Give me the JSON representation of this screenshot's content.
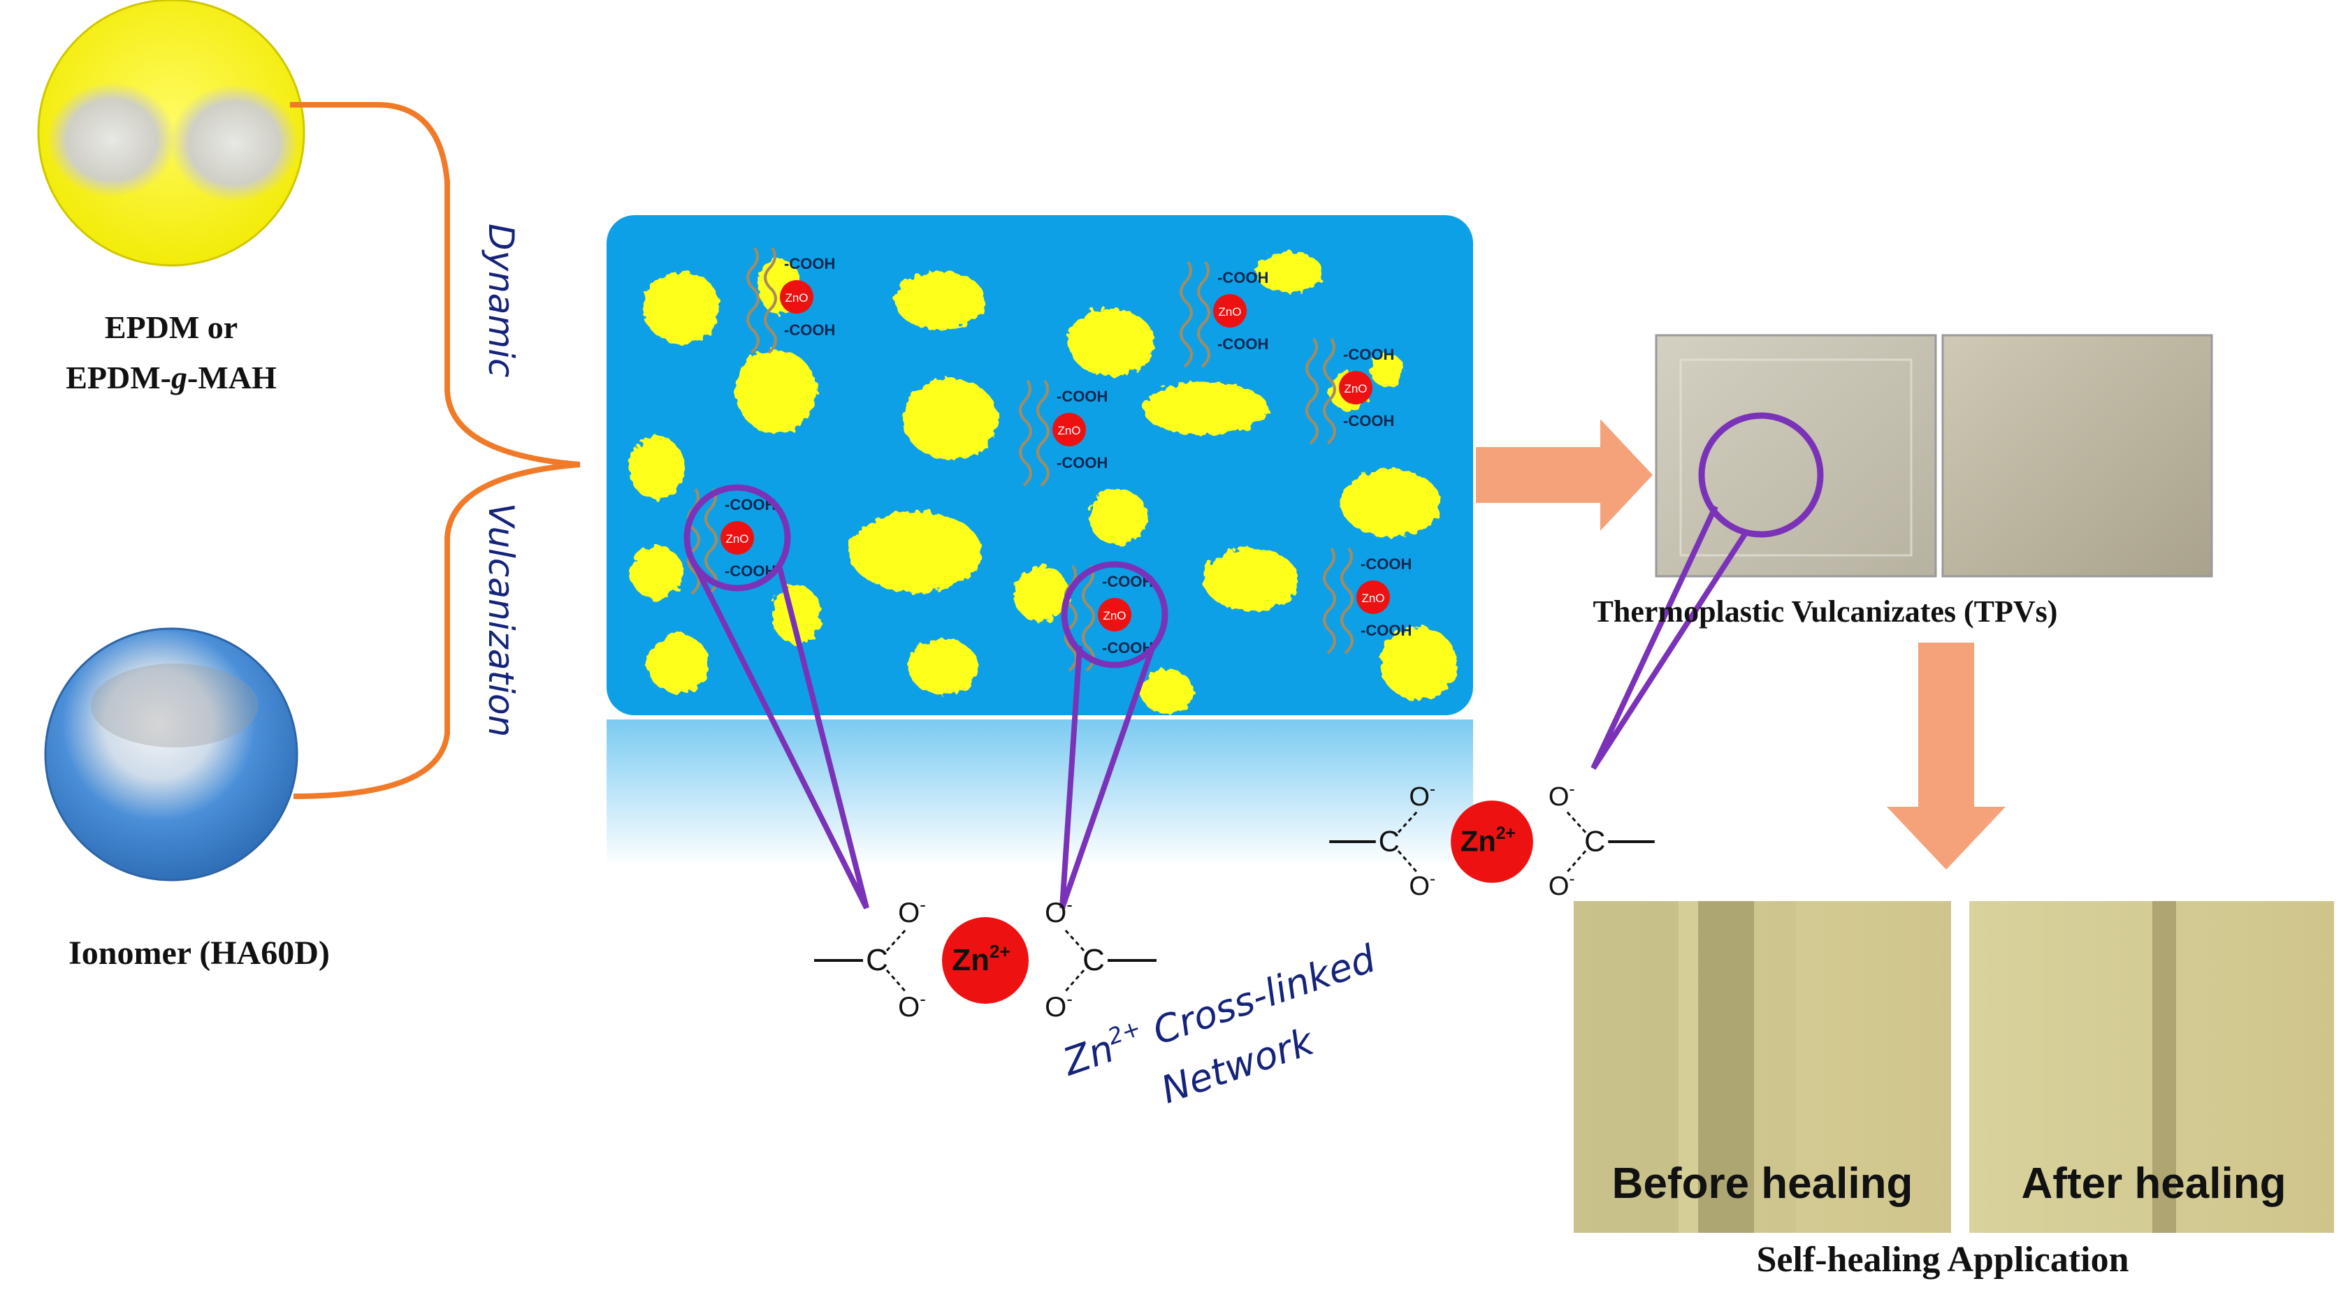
{
  "inputs": {
    "epdm_label_line1": "EPDM or",
    "epdm_label_line2_pre": "EPDM-",
    "epdm_label_line2_italic": "g",
    "epdm_label_line2_post": "-MAH",
    "ionomer_label": "Ionomer (HA60D)"
  },
  "process": {
    "word1": "Dynamic",
    "word2": "Vulcanization"
  },
  "matrix": {
    "cooh": "-COOH",
    "zno": "ZnO"
  },
  "network": {
    "carbon": "C",
    "oxygen": "O",
    "charge_minus": "-",
    "zn": "Zn",
    "zn_charge": "2+",
    "caption_line1": "Zn",
    "caption_line1_sup": "2+",
    "caption_line1_rest": " Cross-linked",
    "caption_line2": "Network"
  },
  "products": {
    "tpv_label": "Thermoplastic Vulcanizates (TPVs)",
    "before_label": "Before healing",
    "after_label": "After healing",
    "application_label": "Self-healing Application"
  },
  "colors": {
    "epdm_fill": "#f5f010",
    "ionomer_fill": "#4a8fd8",
    "matrix_fill": "#0ea0e6",
    "particle_fill": "#ffff1e",
    "zn_fill": "#ee1111",
    "connector": "#f07a28",
    "big_arrow": "#f5a27a",
    "magnifier": "#7a33b8",
    "caption_blue": "#15237a",
    "photo_tpv": "#c6c1b0",
    "photo_heal": "#d9d29c"
  },
  "icons": [
    "magnifier-circle",
    "right-arrow",
    "down-arrow"
  ]
}
